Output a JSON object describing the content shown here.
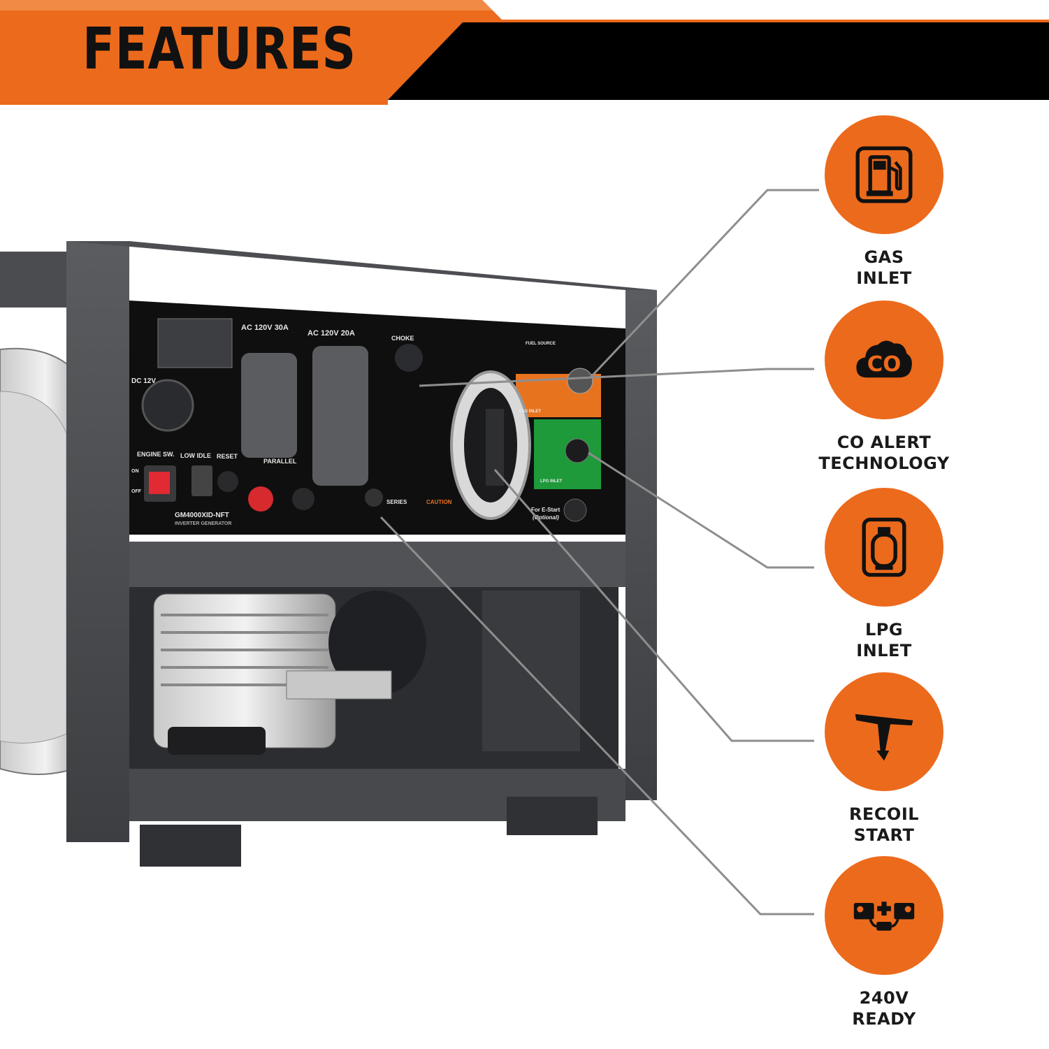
{
  "banner": {
    "title": "FEATURES",
    "accent_color": "#ec6a1c",
    "bar_color": "#000000"
  },
  "features": [
    {
      "label": "GAS\nINLET",
      "icon": "fuel-pump-icon"
    },
    {
      "label": "CO ALERT\nTECHNOLOGY",
      "icon": "co-cloud-icon"
    },
    {
      "label": "LPG\nINLET",
      "icon": "propane-tank-icon"
    },
    {
      "label": "RECOIL\nSTART",
      "icon": "recoil-handle-icon"
    },
    {
      "label": "240V\nREADY",
      "icon": "parallel-batteries-icon"
    }
  ],
  "panel": {
    "dc_label": "DC 12V",
    "outlet_30a": "AC 120V 30A",
    "outlet_20a": "AC 120V 20A",
    "choke": "CHOKE",
    "engine_sw": "ENGINE SW.",
    "low_idle": "LOW IDLE",
    "reset": "RESET",
    "parallel": "PARALLEL",
    "series": "SERIES",
    "caution": "CAUTION",
    "model": "GM4000XID-NFT",
    "subtitle": "INVERTER GENERATOR",
    "estart": "For E-Start",
    "estart_note": "(Optional)",
    "on": "ON",
    "off": "OFF",
    "fuel_source": "FUEL SOURCE",
    "lpg": "LPG INLET",
    "gas": "GAS INLET"
  }
}
